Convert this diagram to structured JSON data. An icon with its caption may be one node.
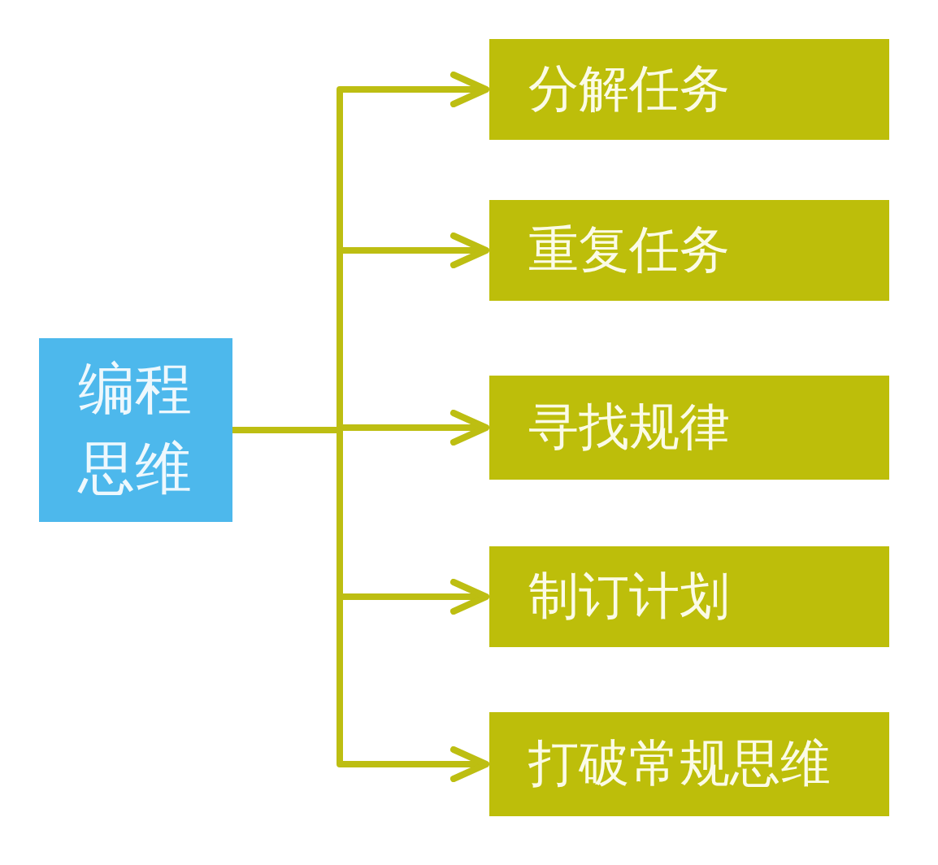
{
  "diagram": {
    "nodes": [
      {
        "text": [
          "编程思维"
        ]
      },
      {
        "text": [
          "分解任务"
        ]
      },
      {
        "text": [
          "重复任务"
        ]
      },
      {
        "text": [
          "寻找规律"
        ]
      },
      {
        "text": [
          "制订计划"
        ]
      },
      {
        "text": [
          "打破常规思维"
        ]
      }
    ],
    "edges": [
      {
        "from": 0,
        "to": 1,
        "arrow": "to"
      },
      {
        "from": 0,
        "to": 2,
        "arrow": "to"
      },
      {
        "from": 0,
        "to": 3,
        "arrow": "to"
      },
      {
        "from": 0,
        "to": 4,
        "arrow": "to"
      },
      {
        "from": 0,
        "to": 5,
        "arrow": "to"
      }
    ]
  }
}
